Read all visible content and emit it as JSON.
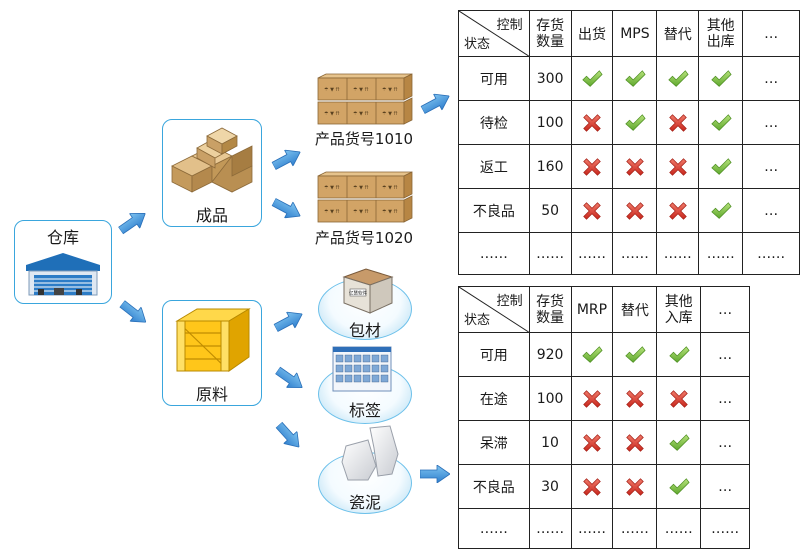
{
  "nodes": {
    "warehouse": "仓库",
    "finished_goods": "成品",
    "raw_materials": "原料",
    "product_1010": "产品货号1010",
    "product_1020": "产品货号1020",
    "packaging": "包材",
    "labels": "标签",
    "clay": "瓷泥",
    "box_print": "亿慧软件"
  },
  "table1": {
    "corner_top": "控制",
    "corner_bottom": "状态",
    "headers": [
      "存货\n数量",
      "出货",
      "MPS",
      "替代",
      "其他\n出库",
      "…"
    ],
    "rows": [
      {
        "status": "可用",
        "qty": "300",
        "marks": [
          "ok",
          "ok",
          "ok",
          "ok"
        ],
        "more": "…"
      },
      {
        "status": "待检",
        "qty": "100",
        "marks": [
          "no",
          "ok",
          "no",
          "ok"
        ],
        "more": "…"
      },
      {
        "status": "返工",
        "qty": "160",
        "marks": [
          "no",
          "no",
          "no",
          "ok"
        ],
        "more": "…"
      },
      {
        "status": "不良品",
        "qty": "50",
        "marks": [
          "no",
          "no",
          "no",
          "ok"
        ],
        "more": "…"
      },
      {
        "status": "……",
        "qty": "……",
        "marks": [
          "……",
          "……",
          "……",
          "……"
        ],
        "more": "……"
      }
    ]
  },
  "table2": {
    "corner_top": "控制",
    "corner_bottom": "状态",
    "headers": [
      "存货\n数量",
      "MRP",
      "替代",
      "其他\n入库",
      "…"
    ],
    "rows": [
      {
        "status": "可用",
        "qty": "920",
        "marks": [
          "ok",
          "ok",
          "ok"
        ],
        "more": "…"
      },
      {
        "status": "在途",
        "qty": "100",
        "marks": [
          "no",
          "no",
          "no"
        ],
        "more": "…"
      },
      {
        "status": "呆滞",
        "qty": "10",
        "marks": [
          "no",
          "no",
          "ok"
        ],
        "more": "…"
      },
      {
        "status": "不良品",
        "qty": "30",
        "marks": [
          "no",
          "no",
          "ok"
        ],
        "more": "…"
      },
      {
        "status": "……",
        "qty": "……",
        "marks": [
          "……",
          "……",
          "……"
        ],
        "more": "……"
      }
    ]
  },
  "colors": {
    "accent": "#3aa6dd",
    "check": "#7cc243",
    "cross": "#e0453a"
  }
}
